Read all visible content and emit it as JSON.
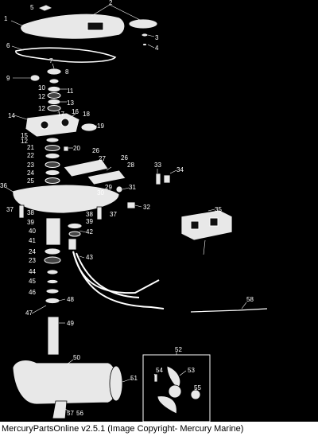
{
  "callouts": [
    "1",
    "2",
    "3",
    "4",
    "5",
    "6",
    "7",
    "8",
    "9",
    "10",
    "11",
    "12",
    "12",
    "13",
    "14",
    "15",
    "16",
    "17",
    "18",
    "19",
    "20",
    "21",
    "22",
    "23",
    "24",
    "25",
    "26",
    "26",
    "27",
    "28",
    "29",
    "30",
    "31",
    "32",
    "33",
    "34",
    "35",
    "36",
    "37",
    "37",
    "38",
    "38",
    "39",
    "39",
    "40",
    "41",
    "42",
    "43",
    "44",
    "45",
    "46",
    "47",
    "48",
    "49",
    "50",
    "51",
    "52",
    "53",
    "54",
    "55",
    "56",
    "57",
    "58",
    "24",
    "23",
    "12"
  ],
  "footer": {
    "caption": "MercuryPartsOnline v2.5.1 (Image Copyright- Mercury Marine)"
  }
}
